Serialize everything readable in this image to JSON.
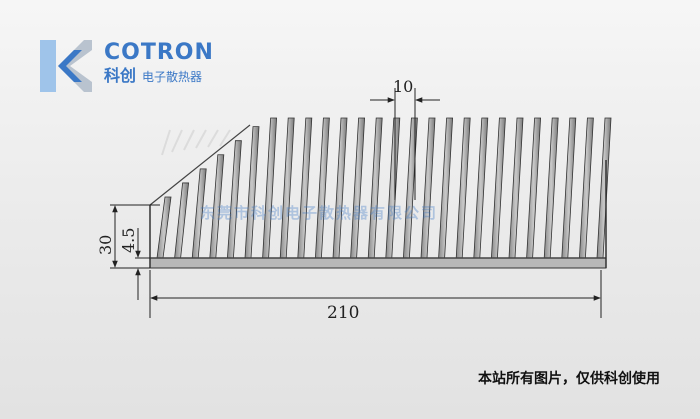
{
  "brand": {
    "name_en": "COTRON",
    "name_cn": "科创",
    "tagline_cn": "电子散热器",
    "colors": {
      "blue": "#3b78c6",
      "light_blue": "#9fc4ea",
      "gray": "#b9c3cf"
    }
  },
  "drawing": {
    "dimensions": {
      "fin_pitch": "10",
      "total_width": "210",
      "total_height": "30",
      "base_thickness": "4.5"
    },
    "fin_count": 26,
    "watermark_text": "东莞市科创电子散热器有限公司"
  },
  "notice": "本站所有图片，仅供科创使用"
}
